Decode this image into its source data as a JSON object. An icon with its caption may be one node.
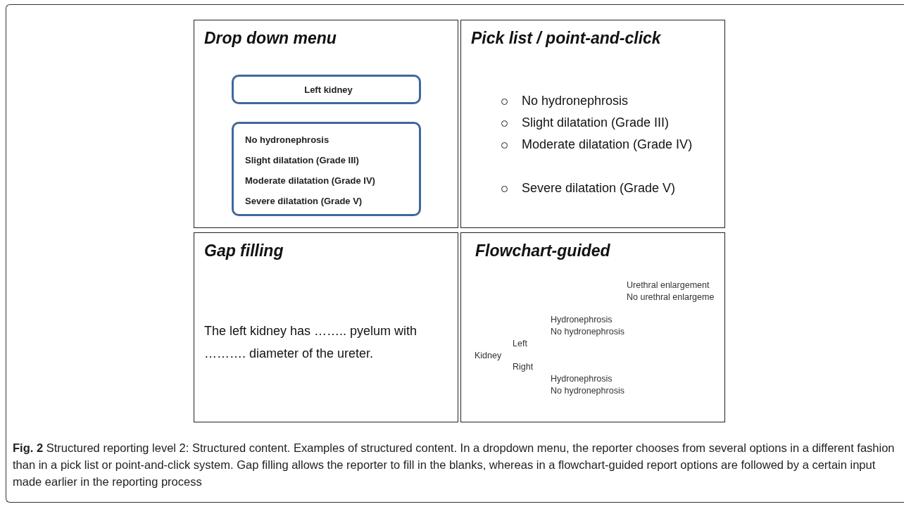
{
  "diagram": {
    "caption": "**Fig. 2** Structured reporting level 2: Structured content. Examples of structured content. In a dropdown menu, the reporter chooses from several options in a different fashion than in a pick list or point-and-click system. Gap filling allows the reporter to fill in the blanks, whereas in a flowchart-guided report options are followed by a certain input made earlier in the reporting process",
    "nodes": [
      {
        "text": [
          "Drop down menu"
        ]
      },
      {
        "text": [
          "Left kidney"
        ],
        "in": 0
      },
      {
        "text": [
          "No hydronephrosis",
          "Slight dilatation (Grade III)",
          "Moderate dilatation (Grade IV)",
          "Severe dilatation (Grade V)"
        ],
        "in": 0
      },
      {
        "text": [
          "Pick list / point-and-click",
          "No hydronephrosis",
          "Slight dilatation (Grade III)",
          "Moderate dilatation (Grade IV)",
          "Severe dilatation (Grade V)"
        ]
      },
      {
        "text": [
          "Gap filling",
          "The left kidney has …….. pyelum with ………. diameter of the ureter."
        ]
      },
      {
        "text": [
          "Flowchart-guided",
          "Urethral enlargement",
          "No urethral enlargeme",
          "Hydronephrosis",
          "No hydronephrosis",
          "Left",
          "Kidney",
          "Right",
          "Hydronephrosis",
          "No hydronephrosis"
        ]
      }
    ]
  }
}
